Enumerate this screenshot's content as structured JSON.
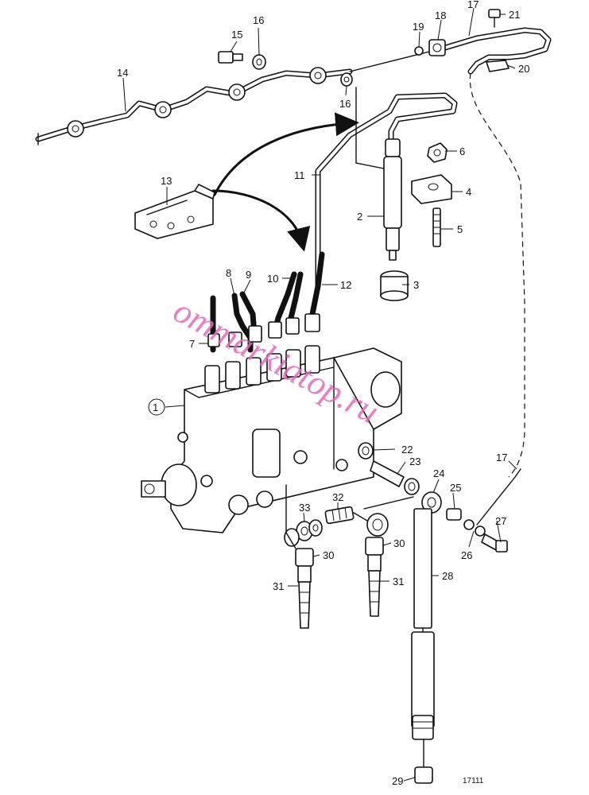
{
  "diagram": {
    "reference_number": "17111",
    "watermark": "ommarkiatop.ru",
    "callouts": {
      "c1": "1",
      "c2": "2",
      "c3": "3",
      "c4": "4",
      "c5": "5",
      "c6": "6",
      "c7": "7",
      "c8": "8",
      "c9": "9",
      "c10": "10",
      "c11": "11",
      "c12": "12",
      "c13": "13",
      "c14": "14",
      "c15": "15",
      "c16a": "16",
      "c16b": "16",
      "c17a": "17",
      "c17b": "17",
      "c18": "18",
      "c19": "19",
      "c20": "20",
      "c21": "21",
      "c22": "22",
      "c23": "23",
      "c24": "24",
      "c25": "25",
      "c26": "26",
      "c27": "27",
      "c28": "28",
      "c29": "29",
      "c30a": "30",
      "c30b": "30",
      "c31a": "31",
      "c31b": "31",
      "c32": "32",
      "c33": "33"
    }
  }
}
